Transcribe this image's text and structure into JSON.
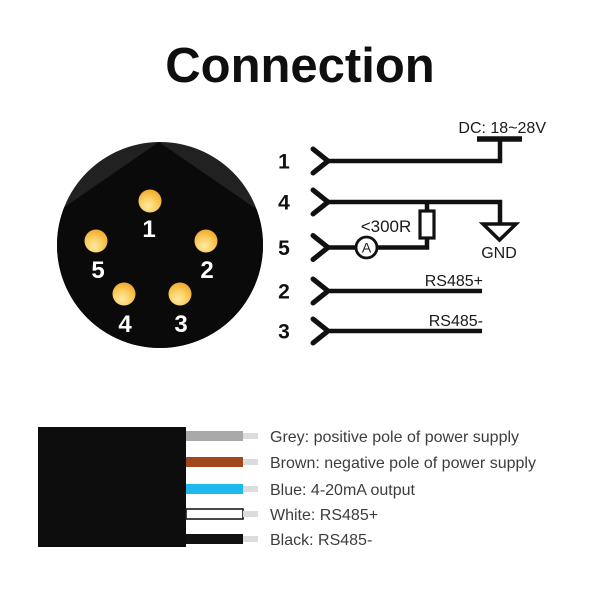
{
  "title": "Connection",
  "connector": {
    "pin_labels": [
      "1",
      "2",
      "3",
      "4",
      "5"
    ]
  },
  "diagram": {
    "pin_order": [
      "1",
      "4",
      "5",
      "2",
      "3"
    ],
    "power_label": "DC: 18~28V",
    "resistor_label": "<300R",
    "ammeter_label": "A",
    "gnd_label": "GND",
    "rs485_plus_label": "RS485+",
    "rs485_minus_label": "RS485-"
  },
  "cable": {
    "jacket_color": "#0d0d0d",
    "tip_color": "#dcdcdc",
    "wires": [
      {
        "name": "grey",
        "color": "#a9a9a9",
        "label": "Grey: positive pole of power supply"
      },
      {
        "name": "brown",
        "color": "#a0481c",
        "label": "Brown: negative pole of power supply"
      },
      {
        "name": "blue",
        "color": "#1db9ec",
        "label": "Blue: 4-20mA output"
      },
      {
        "name": "white",
        "color": "#ffffff",
        "label": "White: RS485+"
      },
      {
        "name": "black",
        "color": "#111111",
        "label": "Black: RS485-"
      }
    ]
  },
  "colors": {
    "pin_gold": "#f5c04a",
    "connector_body": "#212121",
    "connector_keyway": "#0a0a0a",
    "diagram_line": "#111111",
    "legend_text": "#3d3d3d"
  }
}
